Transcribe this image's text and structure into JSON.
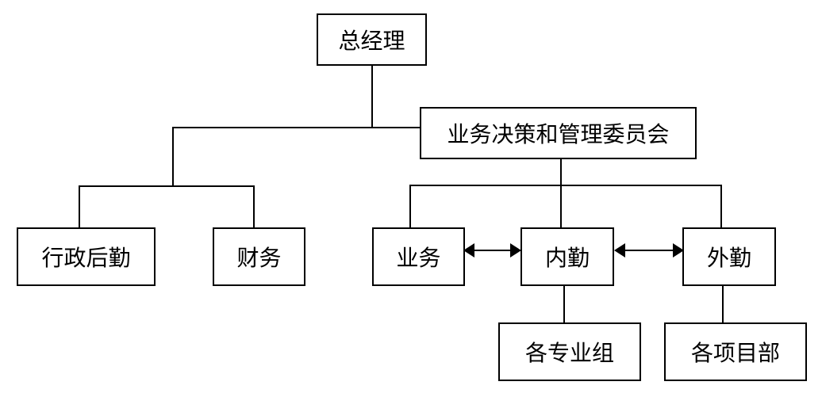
{
  "nodes": {
    "general_manager": "总经理",
    "committee": "业务决策和管理委员会",
    "admin_logistics": "行政后勤",
    "finance": "财务",
    "business": "业务",
    "internal_affairs": "内勤",
    "field_affairs": "外勤",
    "professional_groups": "各专业组",
    "project_departments": "各项目部"
  },
  "relations": [
    {
      "from": "general_manager",
      "to": "committee",
      "type": "line"
    },
    {
      "from": "general_manager",
      "to": "admin_logistics",
      "type": "line"
    },
    {
      "from": "general_manager",
      "to": "finance",
      "type": "line"
    },
    {
      "from": "committee",
      "to": "business",
      "type": "line"
    },
    {
      "from": "committee",
      "to": "internal_affairs",
      "type": "line"
    },
    {
      "from": "committee",
      "to": "field_affairs",
      "type": "line"
    },
    {
      "from": "business",
      "to": "internal_affairs",
      "type": "double-arrow"
    },
    {
      "from": "internal_affairs",
      "to": "field_affairs",
      "type": "double-arrow"
    },
    {
      "from": "internal_affairs",
      "to": "professional_groups",
      "type": "line"
    },
    {
      "from": "field_affairs",
      "to": "project_departments",
      "type": "line"
    }
  ]
}
